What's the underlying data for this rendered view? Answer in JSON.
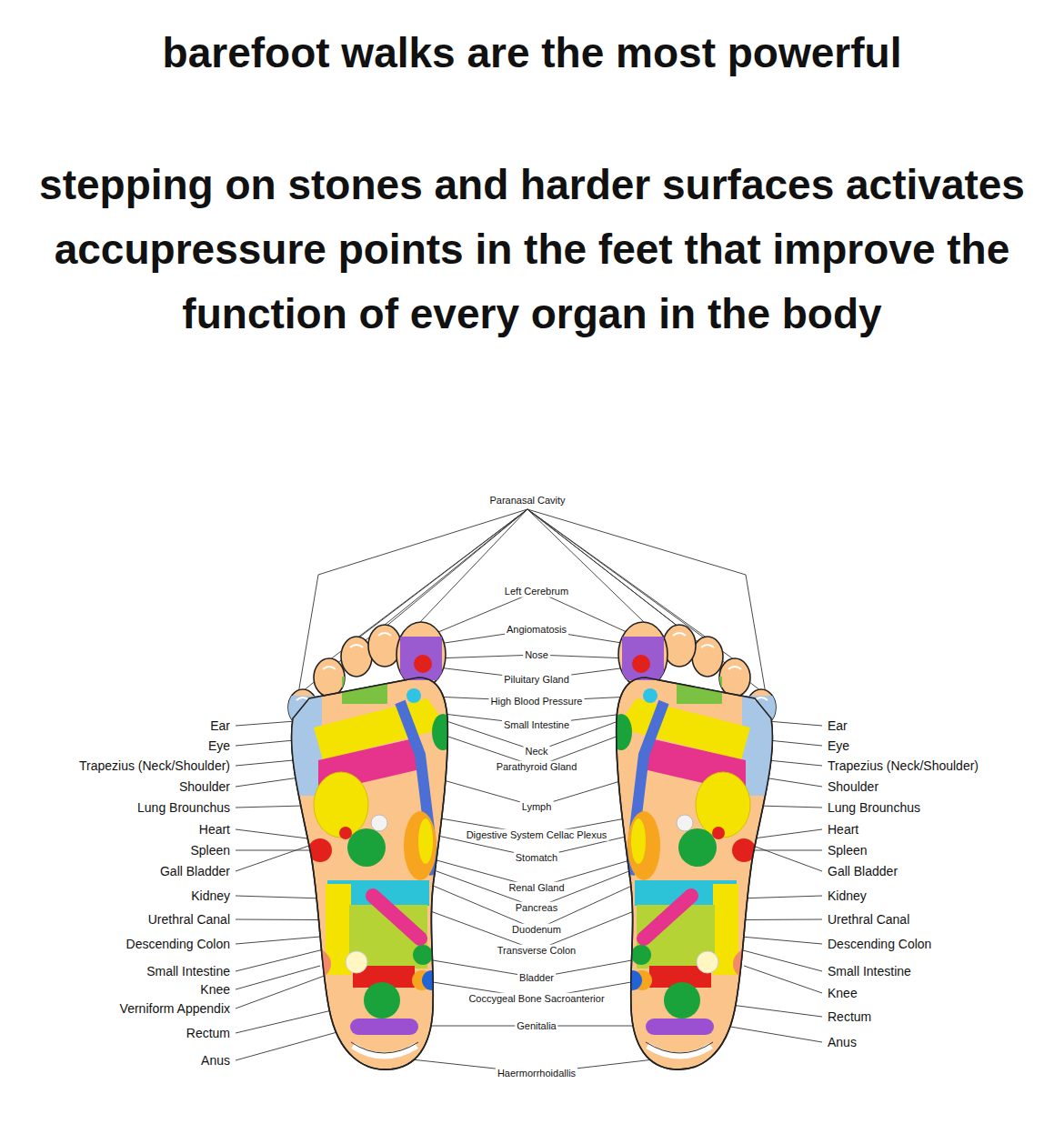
{
  "diagram": {
    "title": "barefoot walks are the most powerful",
    "labels": [
      "stepping on stones and harder surfaces activates accupressure points in the feet that improve the function of every organ in the body",
      "Paranasal Cavity",
      "Left Cerebrum",
      "Angiomatosis",
      "Nose",
      "Piluitary Gland",
      "High Blood Pressure",
      "Small Intestine",
      "Neck",
      "Parathyroid Gland",
      "Lymph",
      "Digestive System Cellac Plexus",
      "Stomatch",
      "Renal Gland",
      "Pancreas",
      "Duodenum",
      "Transverse Colon",
      "Bladder",
      "Coccygeal Bone Sacroanterior",
      "Genitalia",
      "Haermorrhoidallis",
      "Ear",
      "Eye",
      "Trapezius (Neck/Shoulder)",
      "Shoulder",
      "Lung Brounchus",
      "Heart",
      "Spleen",
      "Gall Bladder",
      "Kidney",
      "Urethral Canal",
      "Descending Colon",
      "Small Intestine",
      "Knee",
      "Verniform Appendix",
      "Rectum",
      "Anus",
      "Ear",
      "Eye",
      "Trapezius (Neck/Shoulder)",
      "Shoulder",
      "Lung Brounchus",
      "Heart",
      "Spleen",
      "Gall Bladder",
      "Kidney",
      "Urethral Canal",
      "Descending Colon",
      "Small Intestine",
      "Knee",
      "Rectum",
      "Anus"
    ]
  }
}
